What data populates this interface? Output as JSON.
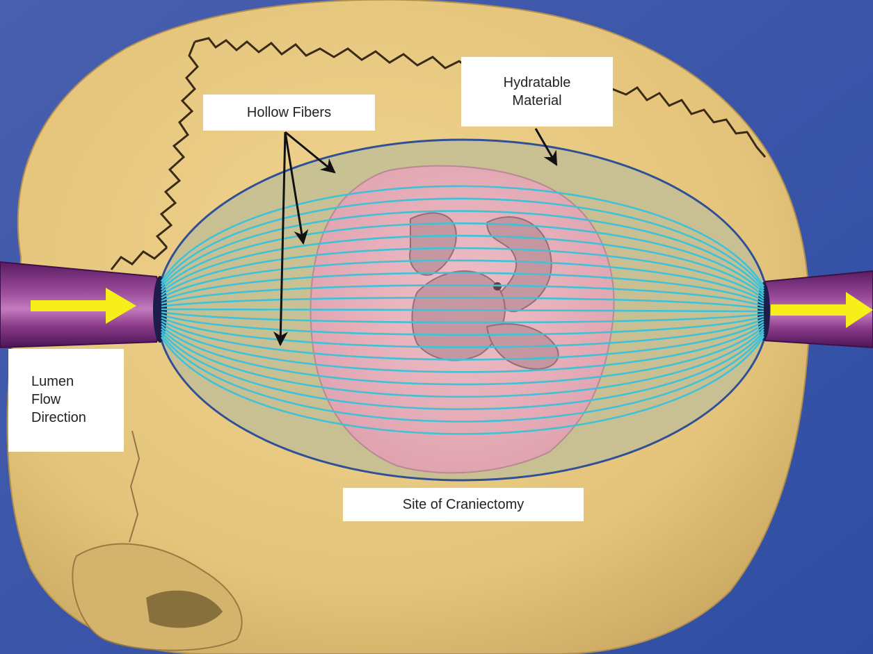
{
  "labels": {
    "hollow_fibers": "Hollow Fibers",
    "hydratable_material": [
      "Hydratable",
      "Material"
    ],
    "lumen_flow_direction": [
      "Lumen",
      "Flow",
      "Direction"
    ],
    "site_of_craniectomy": "Site of Craniectomy"
  },
  "colors": {
    "background": "#3a55a8",
    "skull": "#e6c67c",
    "suture": "#3b2a16",
    "ellipse_fill": "#c9c08c",
    "ellipse_stroke": "#2f4f96",
    "fibers": "#3fc2d8",
    "brain_tissue": "#e8b2bd",
    "catheter": "#7a2a7c",
    "flow_arrow": "#f7ef1a",
    "pointer_arrows": "#111111"
  },
  "icons": [
    "flow-arrow-icon",
    "pointer-arrow-icon"
  ]
}
